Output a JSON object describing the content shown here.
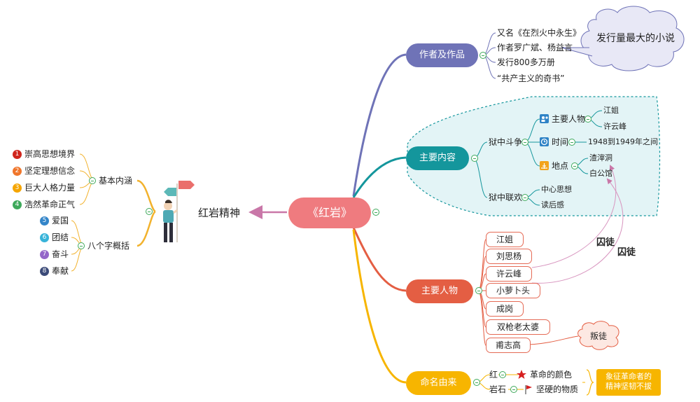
{
  "center": {
    "title": "《红岩》"
  },
  "branches": {
    "author": {
      "label": "作者及作品",
      "items": [
        "又名《在烈火中永生》",
        "作者罗广斌、杨益言",
        "发行800多万册",
        "“共产主义的奇书”"
      ],
      "callout": "发行量最大的小说"
    },
    "content": {
      "label": "主要内容",
      "groups": [
        {
          "label": "狱中斗争",
          "subs": [
            {
              "label": "主要人物",
              "items": [
                "江姐",
                "许云峰"
              ]
            },
            {
              "label": "时间",
              "items": [
                "1948到1949年之间"
              ]
            },
            {
              "label": "地点",
              "items": [
                "渣滓洞",
                "白公馆"
              ]
            }
          ]
        },
        {
          "label": "狱中联欢",
          "items": [
            "中心思想",
            "读后感"
          ]
        }
      ]
    },
    "characters": {
      "label": "主要人物",
      "items": [
        "江姐",
        "刘思杨",
        "许云峰",
        "小萝卜头",
        "成岗",
        "双枪老太婆",
        "甫志高"
      ],
      "annotations": [
        "囚徒",
        "囚徒"
      ],
      "callout": "叛徒"
    },
    "naming": {
      "label": "命名由来",
      "items": [
        {
          "word": "红",
          "meaning": "革命的颜色"
        },
        {
          "word": "岩石",
          "meaning": "坚硬的物质"
        }
      ],
      "summary": [
        "象征革命者的",
        "精神坚韧不拔"
      ]
    }
  },
  "spirit": {
    "title": "红岩精神",
    "groups": [
      {
        "label": "基本内涵",
        "items": [
          "崇高思想境界",
          "坚定理想信念",
          "巨大人格力量",
          "浩然革命正气"
        ],
        "numbers": [
          "1",
          "2",
          "3",
          "4"
        ]
      },
      {
        "label": "八个字概括",
        "items": [
          "爱国",
          "团结",
          "奋斗",
          "奉献"
        ],
        "numbers": [
          "5",
          "6",
          "7",
          "8"
        ]
      }
    ]
  },
  "colors": {
    "center": "#ef7b7f",
    "author": "#6f73b7",
    "content": "#14969c",
    "characters": "#e45e43",
    "naming": "#f7b500",
    "spirit_line": "#f2b22d",
    "cloud_fill": "#e3f4f6",
    "num1": "#d0251c",
    "num2": "#f0762b",
    "num3": "#f5a500",
    "num4": "#3ea95b",
    "num5": "#3385c9",
    "num6": "#37b3d9",
    "num7": "#9466c9",
    "num8": "#3b4a78"
  }
}
